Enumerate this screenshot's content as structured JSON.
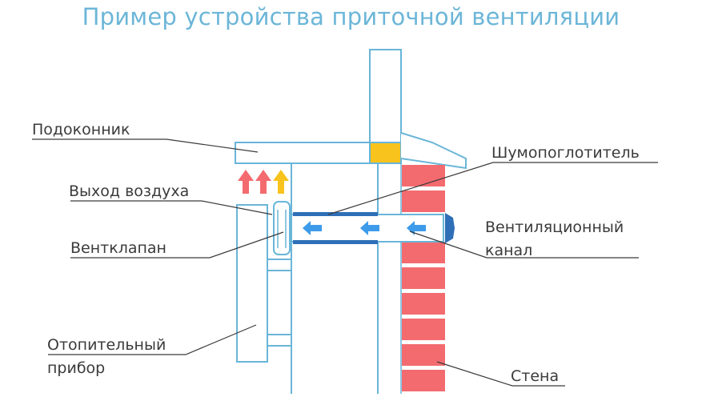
{
  "title": "Пример устройства приточной вентиляции",
  "labels": {
    "windowsill": "Подоконник",
    "air_outlet": "Выход воздуха",
    "vent_valve": "Вентклапан",
    "heater_line1": "Отопительный",
    "heater_line2": "прибор",
    "absorber": "Шумопоглотитель",
    "channel_line1": "Вентиляционный",
    "channel_line2": "канал",
    "wall": "Стена"
  },
  "colors": {
    "outline": "#69b5d8",
    "brick": "#f36b6f",
    "insulation": "#f7c31c",
    "airflow": "#3d9bea",
    "heat_arrow_red": "#f36b6f",
    "heat_arrow_yellow": "#f7c31c",
    "cap": "#2f6fb7"
  }
}
